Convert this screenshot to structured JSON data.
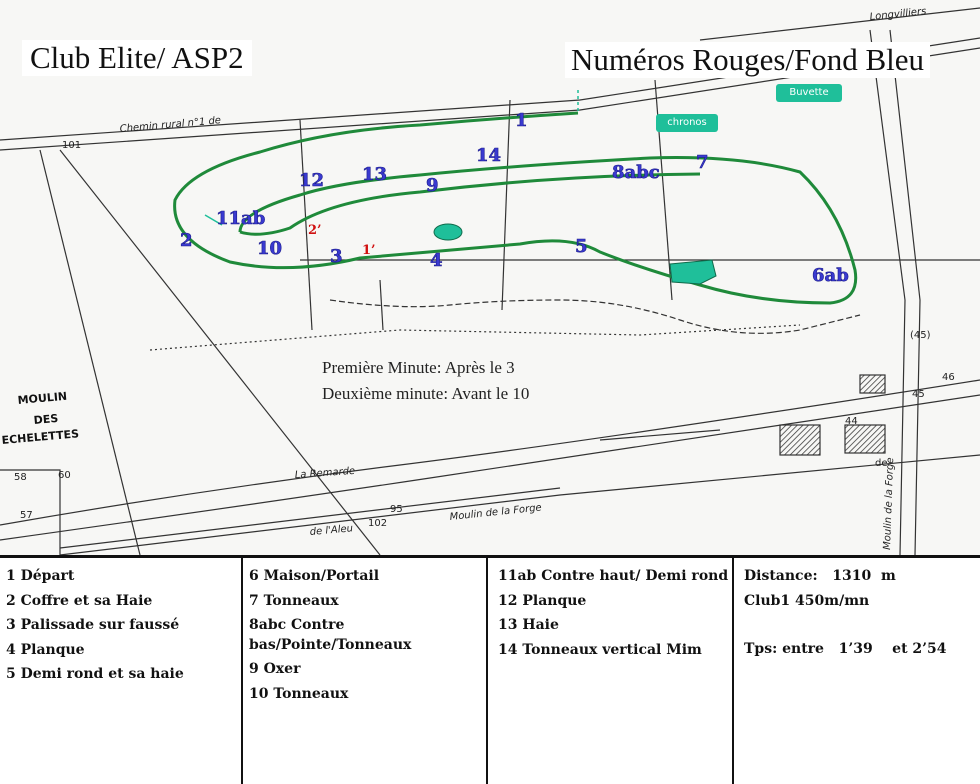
{
  "header": {
    "title_left": "Club Elite/ ASP2",
    "title_right": "Numéros  Rouges/Fond Bleu"
  },
  "map": {
    "tags": {
      "buvette": "Buvette",
      "chronos": "chronos"
    },
    "notes": [
      "Première Minute: Après le 3",
      "Deuxième minute: Avant le 10"
    ],
    "obstacle_numbers": [
      "1",
      "2",
      "3",
      "4",
      "5",
      "6ab",
      "7",
      "8abc",
      "9",
      "10",
      "11ab",
      "12",
      "13",
      "14"
    ],
    "minute_markers": [
      "1’",
      "2’"
    ],
    "place_labels": {
      "road_top": "Chemin  rural  n°1  de",
      "longvilliers": "Longvilliers",
      "moulin": [
        "MOULIN",
        "DES",
        "ECHELETTES"
      ],
      "remarde": "La Remarde",
      "moulin_forge": "Moulin de la Forge",
      "aleu": "de l'Aleu",
      "forge_vertical": "Moulin de la Forge",
      "de": "de",
      "parcels": [
        "101",
        "58",
        "60",
        "57",
        "45",
        "(45)",
        "46",
        "44",
        "102",
        "95"
      ]
    },
    "colors": {
      "course": "#1f8a3a",
      "numbers": "#3a3ad0",
      "markers": "#d01010",
      "tags": "#1fbf9a"
    }
  },
  "legend": {
    "col1": [
      "1 Départ",
      "2 Coffre et sa Haie",
      "3 Palissade sur faussé",
      "4 Planque",
      "5 Demi rond et sa haie"
    ],
    "col2": [
      "6 Maison/Portail",
      "7 Tonneaux",
      "8abc Contre bas/Pointe/Tonneaux",
      "9 Oxer",
      "10 Tonneaux"
    ],
    "col3": [
      "11ab Contre haut/ Demi rond",
      "12 Planque",
      "13 Haie",
      "14 Tonneaux vertical Mim"
    ],
    "col4": [
      "Distance:   1310  m",
      "Club1 450m/mn",
      "",
      "Tps: entre   1’39    et 2’54"
    ]
  }
}
